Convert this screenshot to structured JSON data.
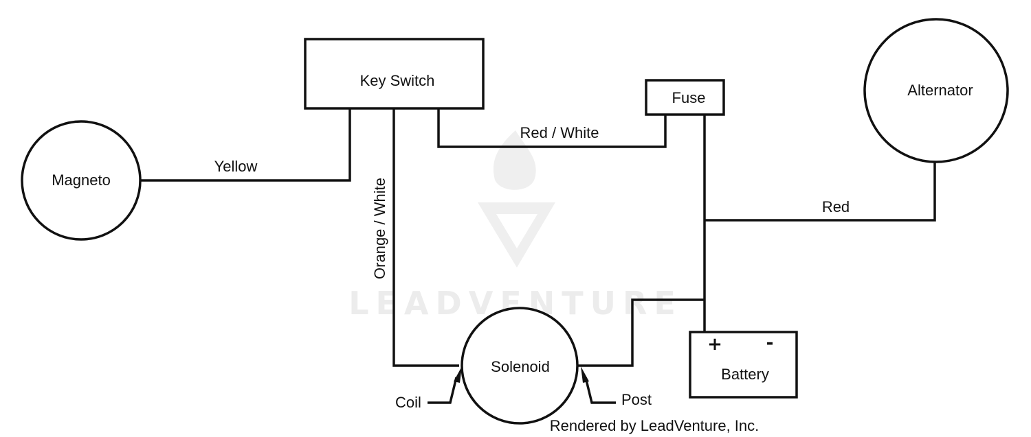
{
  "components": {
    "key_switch": "Key Switch",
    "fuse": "Fuse",
    "alternator": "Alternator",
    "magneto": "Magneto",
    "solenoid": "Solenoid",
    "battery": "Battery",
    "battery_positive": "+",
    "battery_negative": "-"
  },
  "wires": {
    "yellow": "Yellow",
    "red_white": "Red / White",
    "orange_white": "Orange / White",
    "red": "Red"
  },
  "terminals": {
    "coil": "Coil",
    "post": "Post"
  },
  "watermark": "LEADVENTURE",
  "credit": "Rendered by LeadVenture, Inc."
}
